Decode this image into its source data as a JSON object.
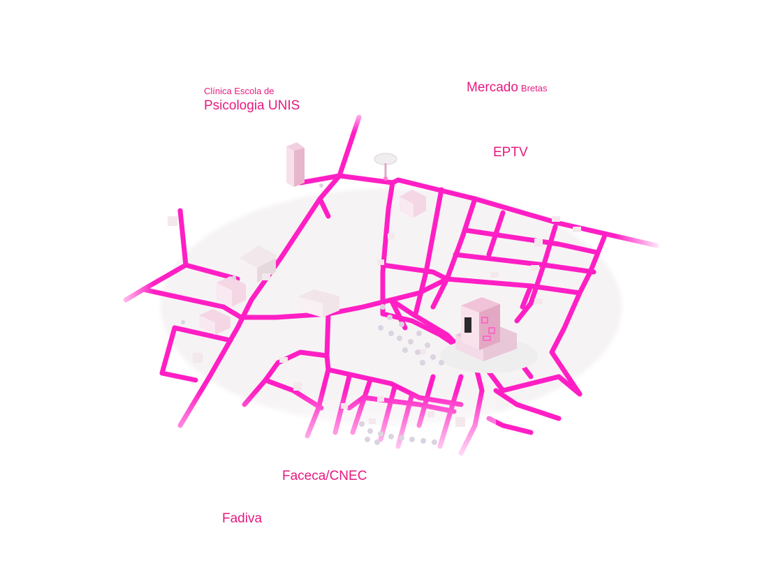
{
  "map": {
    "road_color": "#ff1fc4",
    "building_color": "#f4dbe7",
    "label_color": "#e6197f",
    "labels": {
      "unis_line1": "Clínica Escola de",
      "unis_line2": "Psicologia UNIS",
      "mercado_main": "Mercado",
      "mercado_sub": "Bretas",
      "eptv": "EPTV",
      "faceca": "Faceca/CNEC",
      "fadiva": "Fadiva"
    },
    "icons": {
      "tower": "radar-dish-icon",
      "hq": "highrise-building-icon",
      "tree": "tree-icon"
    }
  }
}
